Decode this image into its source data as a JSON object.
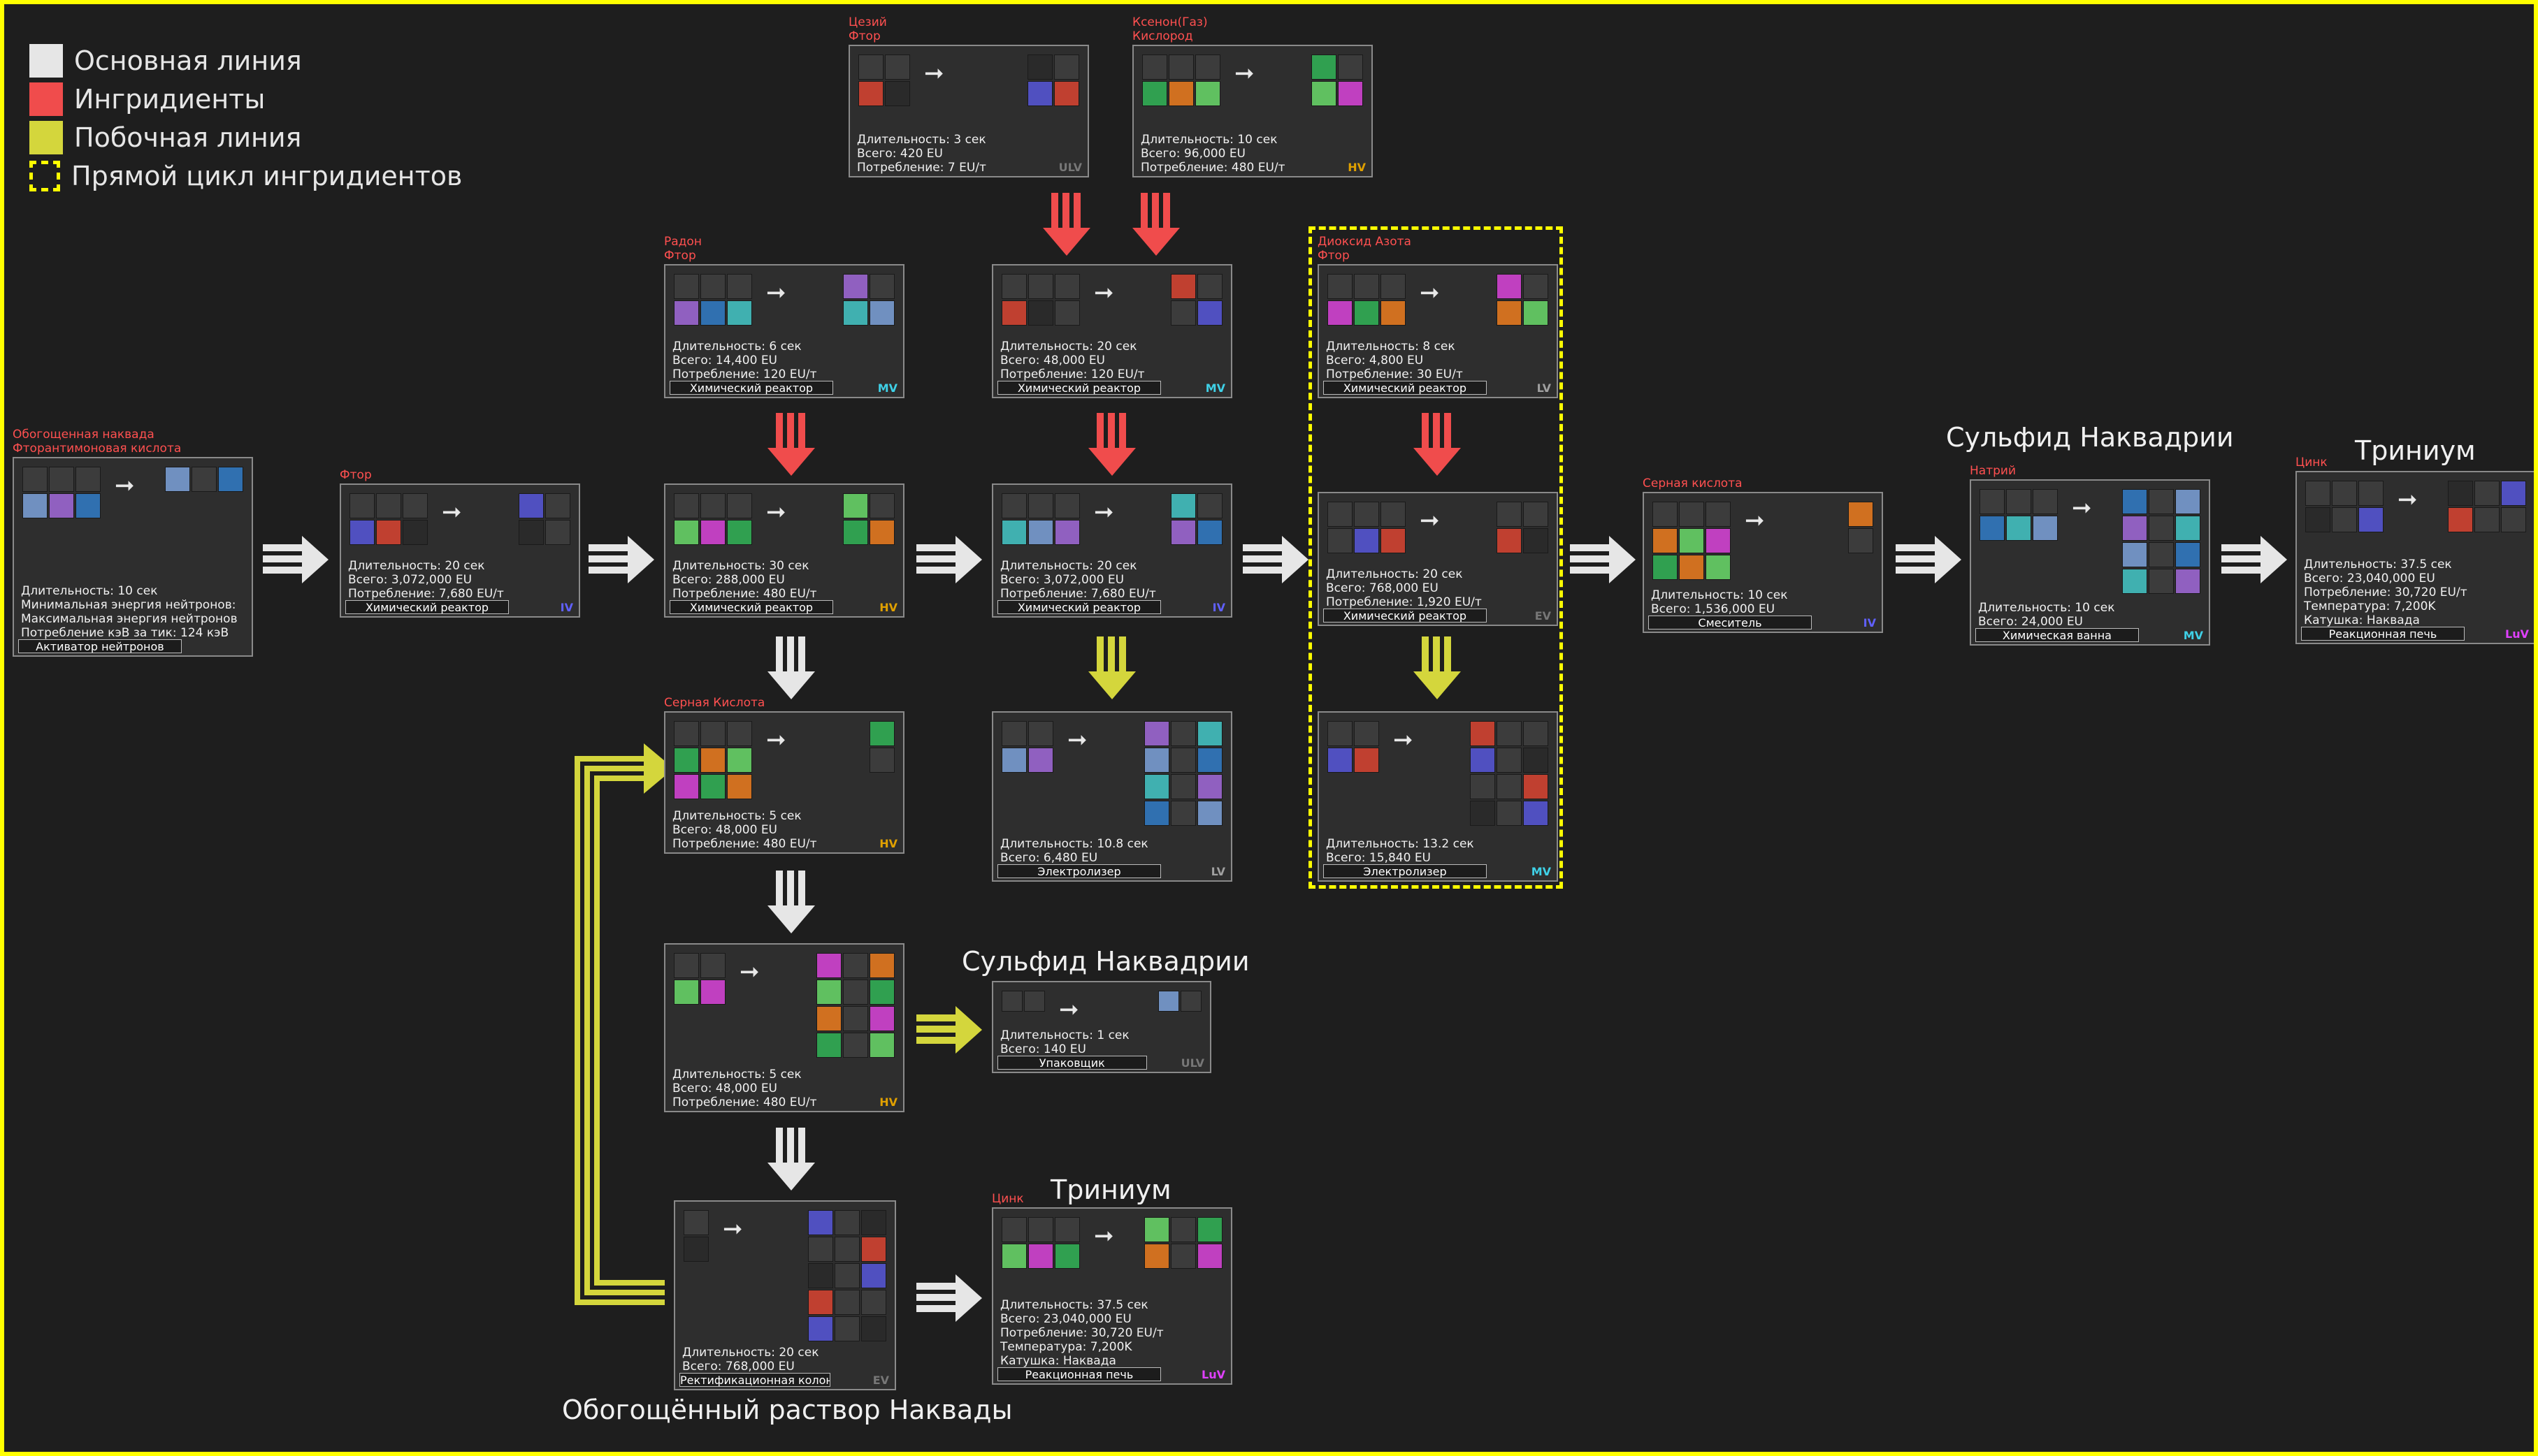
{
  "colors": {
    "main_line": "#e6e6e6",
    "ingredients": "#f04c4c",
    "side_line": "#d4d63c",
    "frame": "#ffff00",
    "card_bg": "#2e2e2e",
    "MV": "#3fd0e6",
    "HV": "#e0a000",
    "IV": "#6060ff",
    "LV": "#a0a0a0",
    "LuV": "#e040ff"
  },
  "legend": [
    {
      "label": "Основная линия",
      "color": "#e6e6e6",
      "dashed": false
    },
    {
      "label": "Ингридиенты",
      "color": "#f04c4c",
      "dashed": false
    },
    {
      "label": "Побочная линия",
      "color": "#d4d63c",
      "dashed": false
    },
    {
      "label": "Прямой цикл ингридиентов",
      "color": "#ffff00",
      "dashed": true
    }
  ],
  "big_labels": {
    "sulfide_right": "Сульфид Наквадрии",
    "trinium_right": "Триниум",
    "sulfide_mid": "Сульфид Наквадрии",
    "trinium_mid": "Триниум",
    "solution": "Обогощённый раствор Наквады"
  },
  "cards": [
    {
      "id": "cesium",
      "ann": [
        "Цезий",
        "Фтор"
      ],
      "stats": [
        "Длительность: 3 сек",
        "Всего: 420 EU",
        "Потребление: 7 EU/т"
      ],
      "machine": "",
      "tier": "ULV"
    },
    {
      "id": "xenon",
      "ann": [
        "Ксенон(Газ)",
        "Кислород"
      ],
      "stats": [
        "Длительность: 10 сек",
        "Всего: 96,000 EU",
        "Потребление: 480 EU/т"
      ],
      "machine": "",
      "tier": "HV"
    },
    {
      "id": "radon",
      "ann": [
        "Радон",
        "Фтор"
      ],
      "stats": [
        "Длительность: 6 сек",
        "Всего: 14,400 EU",
        "Потребление: 120 EU/т"
      ],
      "machine": "Химический реактор",
      "tier": "MV"
    },
    {
      "id": "chem2",
      "ann": [],
      "stats": [
        "Длительность: 20 сек",
        "Всего: 48,000 EU",
        "Потребление: 120 EU/т"
      ],
      "machine": "Химический реактор",
      "tier": "MV"
    },
    {
      "id": "no2",
      "ann": [
        "Диоксид Азота",
        "Фтор"
      ],
      "stats": [
        "Длительность: 8 сек",
        "Всего: 4,800 EU",
        "Потребление: 30 EU/т"
      ],
      "machine": "Химический реактор",
      "tier": "LV"
    },
    {
      "id": "activator",
      "ann": [
        "Обогощенная наквада",
        "Фторантимоновая кислота"
      ],
      "stats": [
        "Длительность: 10 сек",
        "Минимальная энергия нейтронов:",
        "Максимальная энергия нейтронов",
        "Потребление кэВ за тик: 124 кэВ"
      ],
      "machine": "Активатор нейтронов",
      "tier": ""
    },
    {
      "id": "fluor",
      "ann": [
        "Фтор"
      ],
      "stats": [
        "Длительность: 20 сек",
        "Всего: 3,072,000 EU",
        "Потребление: 7,680 EU/т"
      ],
      "machine": "Химический реактор",
      "tier": "IV"
    },
    {
      "id": "chem_hv",
      "ann": [],
      "stats": [
        "Длительность: 30 сек",
        "Всего: 288,000 EU",
        "Потребление: 480 EU/т"
      ],
      "machine": "Химический реактор",
      "tier": "HV"
    },
    {
      "id": "chem_iv",
      "ann": [],
      "stats": [
        "Длительность: 20 сек",
        "Всего: 3,072,000 EU",
        "Потребление: 7,680 EU/т"
      ],
      "machine": "Химический реактор",
      "tier": "IV"
    },
    {
      "id": "chem_luv",
      "ann": [],
      "stats": [
        "Длительность: 20 сек",
        "Всего: 768,000 EU",
        "Потребление: 1,920 EU/т"
      ],
      "machine": "Химический реактор",
      "tier": "EV"
    },
    {
      "id": "mixer",
      "ann": [
        "Серная кислота"
      ],
      "stats": [
        "Длительность: 10 сек",
        "Всего: 1,536,000 EU"
      ],
      "machine": "Смеситель",
      "tier": "IV"
    },
    {
      "id": "bath",
      "ann": [
        "Натрий"
      ],
      "stats": [
        "Длительность: 10 сек",
        "Всего: 24,000 EU"
      ],
      "machine": "Химическая ванна",
      "tier": "MV"
    },
    {
      "id": "furnace_r",
      "ann": [
        "Цинк"
      ],
      "stats": [
        "Длительность: 37.5 сек",
        "Всего: 23,040,000 EU",
        "Потребление: 30,720 EU/т",
        "Температура: 7,200K",
        "Катушка: Наквада"
      ],
      "machine": "Реакционная печь",
      "tier": "LuV"
    },
    {
      "id": "sulfur",
      "ann": [
        "Серная Кислота"
      ],
      "stats": [
        "Длительность: 5 сек",
        "Всего: 48,000 EU",
        "Потребление: 480 EU/т"
      ],
      "machine": "",
      "tier": "HV"
    },
    {
      "id": "electro1",
      "ann": [],
      "stats": [
        "Длительность: 10.8 сек",
        "Всего: 6,480 EU"
      ],
      "machine": "Электролизер",
      "tier": "LV"
    },
    {
      "id": "electro2",
      "ann": [],
      "stats": [
        "Длительность: 13.2 сек",
        "Всего: 15,840 EU"
      ],
      "machine": "Электролизер",
      "tier": "MV"
    },
    {
      "id": "centri",
      "ann": [],
      "stats": [
        "Длительность: 5 сек",
        "Всего: 48,000 EU",
        "Потребление: 480 EU/т"
      ],
      "machine": "",
      "tier": "HV"
    },
    {
      "id": "packer",
      "ann": [],
      "stats": [
        "Длительность: 1 сек",
        "Всего: 140 EU"
      ],
      "machine": "Упаковщик",
      "tier": "ULV"
    },
    {
      "id": "distill",
      "ann": [],
      "stats": [
        "Длительность: 20 сек",
        "Всего: 768,000 EU"
      ],
      "machine": "Ректификационная колонн...",
      "tier": "EV"
    },
    {
      "id": "furnace_m",
      "ann": [
        "Цинк"
      ],
      "stats": [
        "Длительность: 37.5 сек",
        "Всего: 23,040,000 EU",
        "Потребление: 30,720 EU/т",
        "Температура: 7,200K",
        "Катушка: Наквада"
      ],
      "machine": "Реакционная печь",
      "tier": "LuV"
    }
  ]
}
